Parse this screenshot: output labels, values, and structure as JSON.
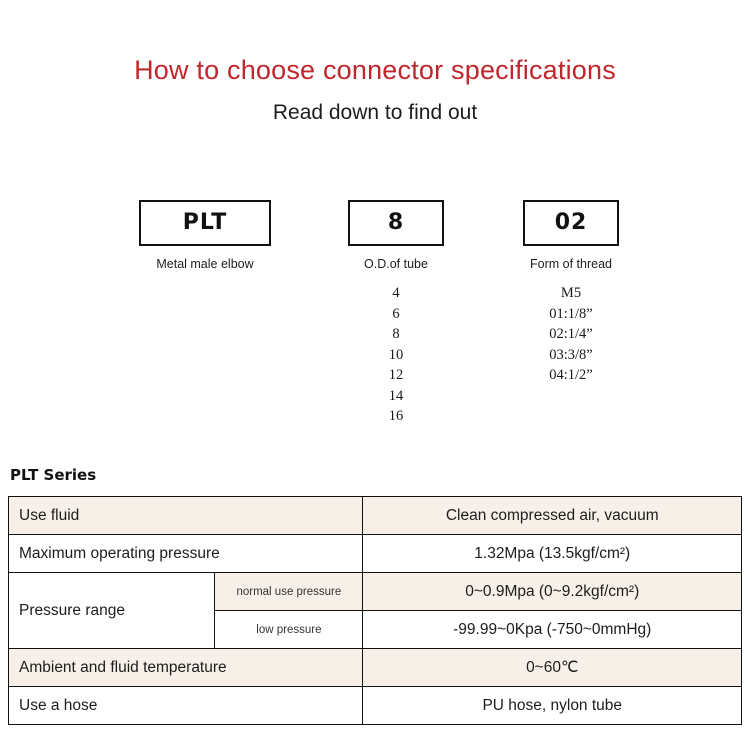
{
  "header": {
    "title": "How to choose connector specifications",
    "subtitle": "Read down to find out"
  },
  "code_diagram": {
    "columns": [
      {
        "code": "PLT",
        "caption": "Metal male elbow",
        "values": []
      },
      {
        "code": "8",
        "caption": "O.D.of tube",
        "values": [
          "4",
          "6",
          "8",
          "10",
          "12",
          "14",
          "16"
        ]
      },
      {
        "code": "02",
        "caption": "Form of thread",
        "values": [
          "M5",
          "01:1/8”",
          "02:1/4”",
          "03:3/8”",
          "04:1/2”"
        ]
      }
    ]
  },
  "spec": {
    "series_label": "PLT Series",
    "rows": [
      {
        "label": "Use fluid",
        "sublabel": null,
        "value": "Clean compressed air, vacuum"
      },
      {
        "label": "Maximum operating pressure",
        "sublabel": null,
        "value": "1.32Mpa  (13.5kgf/cm²)"
      },
      {
        "label": "Pressure range",
        "sublabel": "normal use pressure",
        "value": "0~0.9Mpa  (0~9.2kgf/cm²)"
      },
      {
        "label": "",
        "sublabel": "low pressure",
        "value": "-99.99~0Kpa  (-750~0mmHg)"
      },
      {
        "label": "Ambient and fluid temperature",
        "sublabel": null,
        "value": "0~60℃"
      },
      {
        "label": "Use a hose",
        "sublabel": null,
        "value": "PU hose, nylon tube"
      }
    ]
  },
  "colors": {
    "title_red": "#c0272d",
    "row_tint": "#f7f0e8",
    "border": "#111111"
  }
}
